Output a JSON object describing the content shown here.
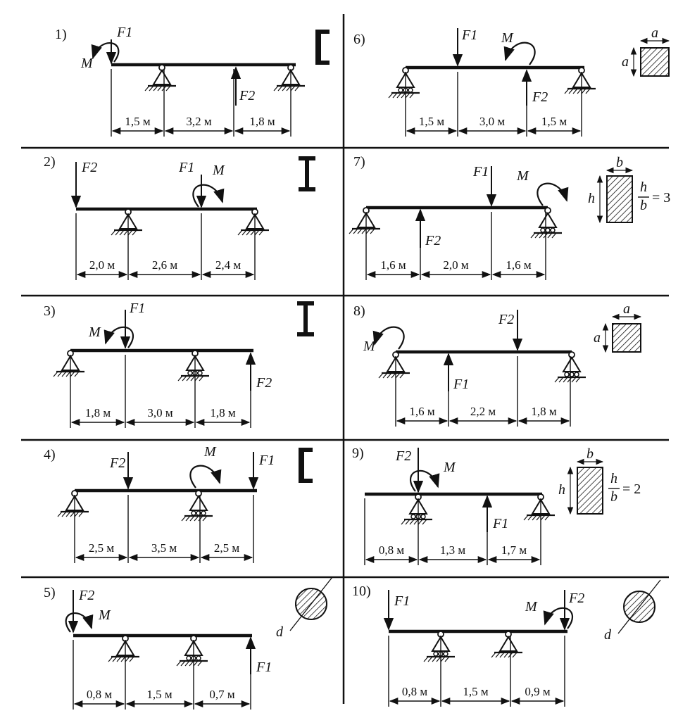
{
  "problems": [
    {
      "number": "1)",
      "dims": [
        "1,5 м",
        "3,2 м",
        "1,8 м"
      ],
      "F1": "F1",
      "F2": "F2",
      "M": "M",
      "section": "channel"
    },
    {
      "number": "2)",
      "dims": [
        "2,0 м",
        "2,6 м",
        "2,4 м"
      ],
      "F1": "F1",
      "F2": "F2",
      "M": "M",
      "section": "i-beam"
    },
    {
      "number": "3)",
      "dims": [
        "1,8 м",
        "3,0 м",
        "1,8 м"
      ],
      "F1": "F1",
      "F2": "F2",
      "M": "M",
      "section": "i-beam"
    },
    {
      "number": "4)",
      "dims": [
        "2,5 м",
        "3,5 м",
        "2,5 м"
      ],
      "F1": "F1",
      "F2": "F2",
      "M": "M",
      "section": "channel"
    },
    {
      "number": "5)",
      "dims": [
        "0,8 м",
        "1,5 м",
        "0,7 м"
      ],
      "F1": "F1",
      "F2": "F2",
      "M": "M",
      "section": "circle",
      "section_label": "d"
    },
    {
      "number": "6)",
      "dims": [
        "1,5 м",
        "3,0 м",
        "1,5 м"
      ],
      "F1": "F1",
      "F2": "F2",
      "M": "M",
      "section": "square",
      "section_label": "a"
    },
    {
      "number": "7)",
      "dims": [
        "1,6 м",
        "2,0 м",
        "1,6 м"
      ],
      "F1": "F1",
      "F2": "F2",
      "M": "M",
      "section": "rectangle",
      "section_labels": {
        "b": "b",
        "h": "h",
        "ratio_top": "h",
        "ratio_bottom": "b",
        "ratio_value": "= 3"
      }
    },
    {
      "number": "8)",
      "dims": [
        "1,6 м",
        "2,2 м",
        "1,8 м"
      ],
      "F1": "F1",
      "F2": "F2",
      "M": "M",
      "section": "square",
      "section_label": "a"
    },
    {
      "number": "9)",
      "dims": [
        "0,8 м",
        "1,3 м",
        "1,7 м"
      ],
      "F1": "F1",
      "F2": "F2",
      "M": "M",
      "section": "rectangle",
      "section_labels": {
        "b": "b",
        "h": "h",
        "ratio_top": "h",
        "ratio_bottom": "b",
        "ratio_value": "= 2"
      }
    },
    {
      "number": "10)",
      "dims": [
        "0,8 м",
        "1,5 м",
        "0,9 м"
      ],
      "F1": "F1",
      "F2": "F2",
      "M": "M",
      "section": "circle",
      "section_label": "d"
    }
  ],
  "colors": {
    "ink": "#111111",
    "paper": "#ffffff"
  }
}
